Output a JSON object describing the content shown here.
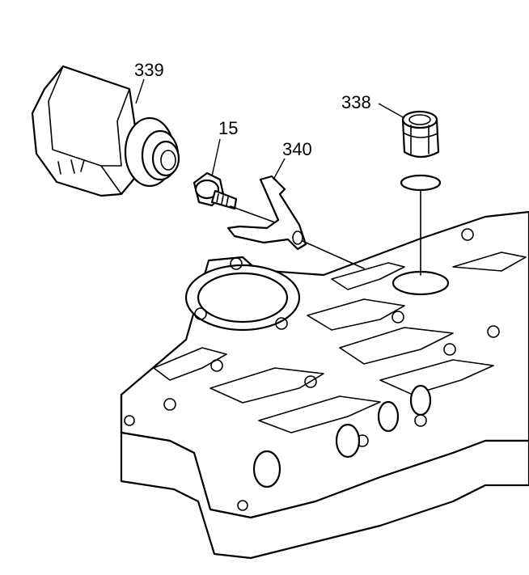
{
  "callouts": {
    "solenoid": "339",
    "bolt": "15",
    "clip": "340",
    "filter": "338"
  },
  "colors": {
    "line": "#000000",
    "background": "#ffffff"
  }
}
